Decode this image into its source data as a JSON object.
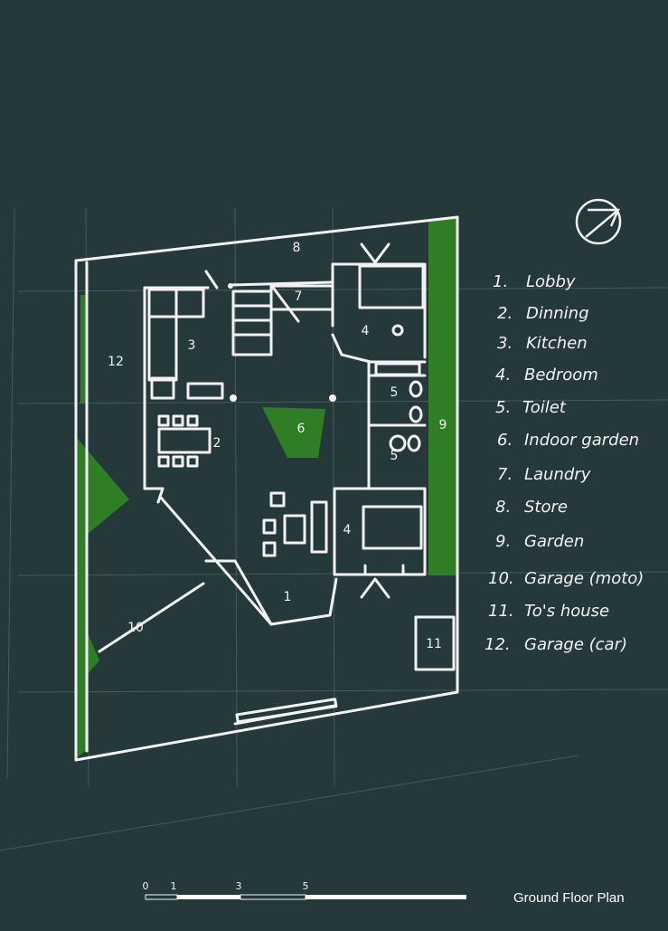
{
  "plan": {
    "title": "Ground Floor Plan",
    "room_numbers": [
      "1",
      "2",
      "3",
      "4",
      "4",
      "5",
      "5",
      "6",
      "7",
      "8",
      "9",
      "10",
      "11",
      "12"
    ]
  },
  "legend": [
    {
      "num": "1.",
      "label": "Lobby"
    },
    {
      "num": "2.",
      "label": "Dinning"
    },
    {
      "num": "3.",
      "label": "Kitchen"
    },
    {
      "num": "4.",
      "label": "Bedroom"
    },
    {
      "num": "5.",
      "label": "Toilet"
    },
    {
      "num": "6.",
      "label": "Indoor garden"
    },
    {
      "num": "7.",
      "label": "Laundry"
    },
    {
      "num": "8.",
      "label": "Store"
    },
    {
      "num": "9.",
      "label": "Garden"
    },
    {
      "num": "10.",
      "label": "Garage (moto)"
    },
    {
      "num": "11.",
      "label": "To's house"
    },
    {
      "num": "12.",
      "label": "Garage (car)"
    }
  ],
  "scale_bar": {
    "ticks": [
      "0",
      "1",
      "3",
      "5"
    ]
  },
  "north_arrow": {
    "icon": "north-arrow-icon"
  },
  "colors": {
    "background": "#26393a",
    "lines": "#f2f2f2",
    "garden": "#2f7d24"
  }
}
